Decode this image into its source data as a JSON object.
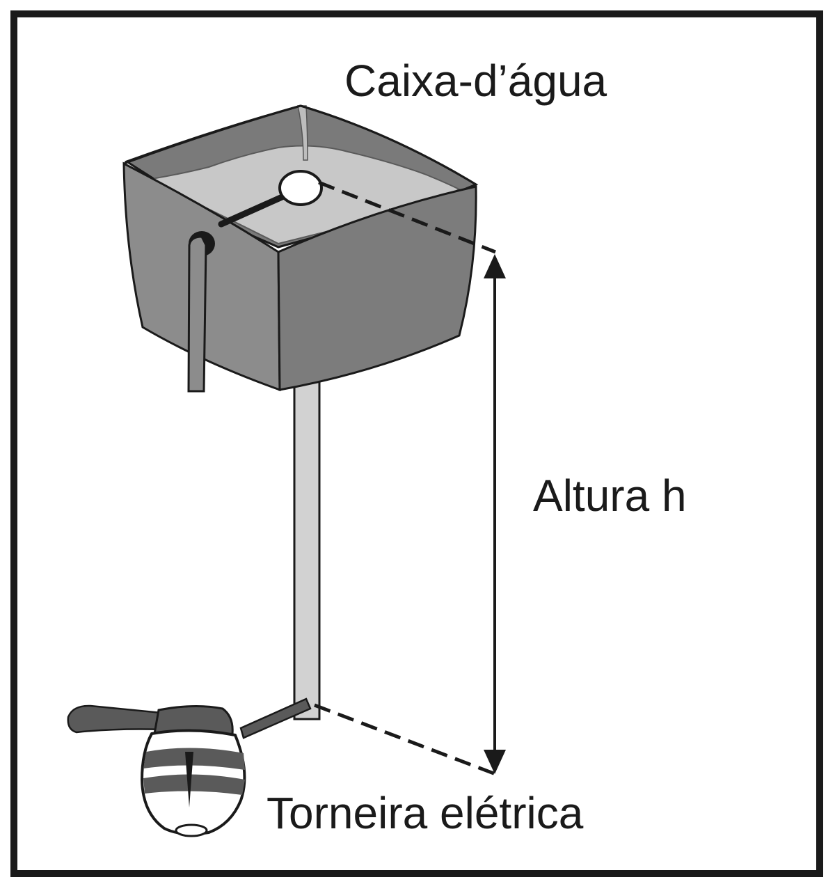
{
  "labels": {
    "tank": "Caixa-d’água",
    "height": "Altura h",
    "faucet": "Torneira elétrica"
  },
  "colors": {
    "frame": "#1a1a1a",
    "tank_body": "#8c8c8c",
    "tank_dark": "#6e6e6e",
    "water": "#c8c8c8",
    "pipe": "#d2d2d2",
    "faucet_dark": "#5a5a5a",
    "faucet_light": "#ffffff"
  }
}
